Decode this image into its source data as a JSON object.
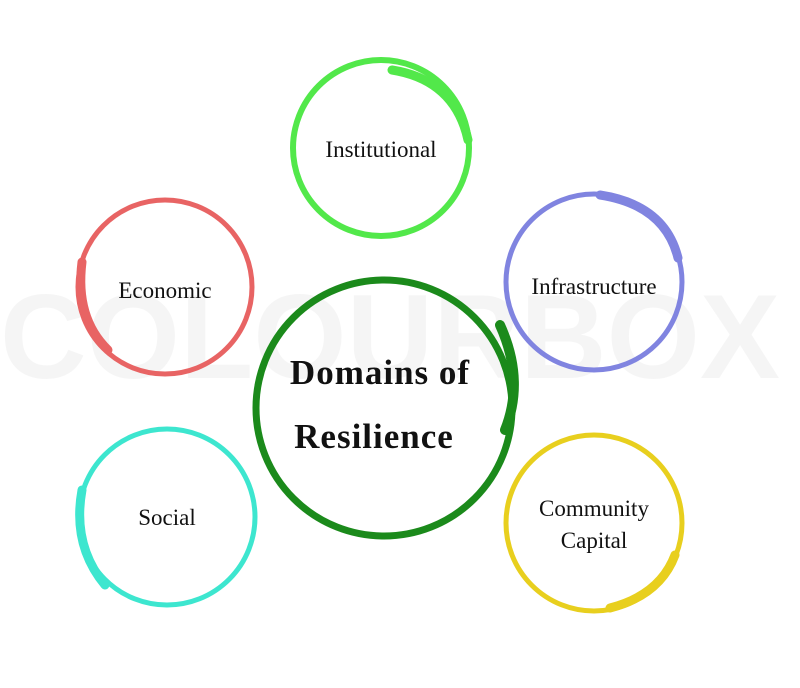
{
  "watermark": "COLOURBOX",
  "center": {
    "line1": "Domains of",
    "line2": "Resilience",
    "color": "#1b8a1b"
  },
  "domains": [
    {
      "label": "Institutional",
      "color": "#52e84a"
    },
    {
      "label": "Economic",
      "color": "#e86464"
    },
    {
      "label": "Infrastructure",
      "color": "#8084e0"
    },
    {
      "label": "Social",
      "color": "#3de6cf"
    },
    {
      "label": "Community Capital",
      "line1": "Community",
      "line2": "Capital",
      "color": "#e8cf1e"
    }
  ]
}
